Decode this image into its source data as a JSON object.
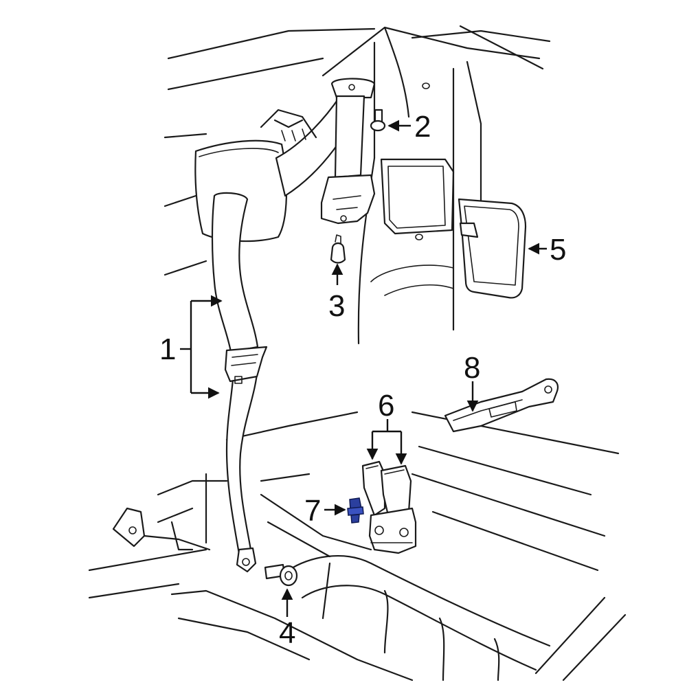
{
  "callouts": [
    {
      "id": "1",
      "label": "1"
    },
    {
      "id": "2",
      "label": "2"
    },
    {
      "id": "3",
      "label": "3"
    },
    {
      "id": "4",
      "label": "4"
    },
    {
      "id": "5",
      "label": "5"
    },
    {
      "id": "6",
      "label": "6"
    },
    {
      "id": "7",
      "label": "7"
    },
    {
      "id": "8",
      "label": "8"
    }
  ],
  "colors": {
    "line": "#1a1a1a",
    "highlight_part": "#2b3f9e",
    "background": "#ffffff"
  }
}
